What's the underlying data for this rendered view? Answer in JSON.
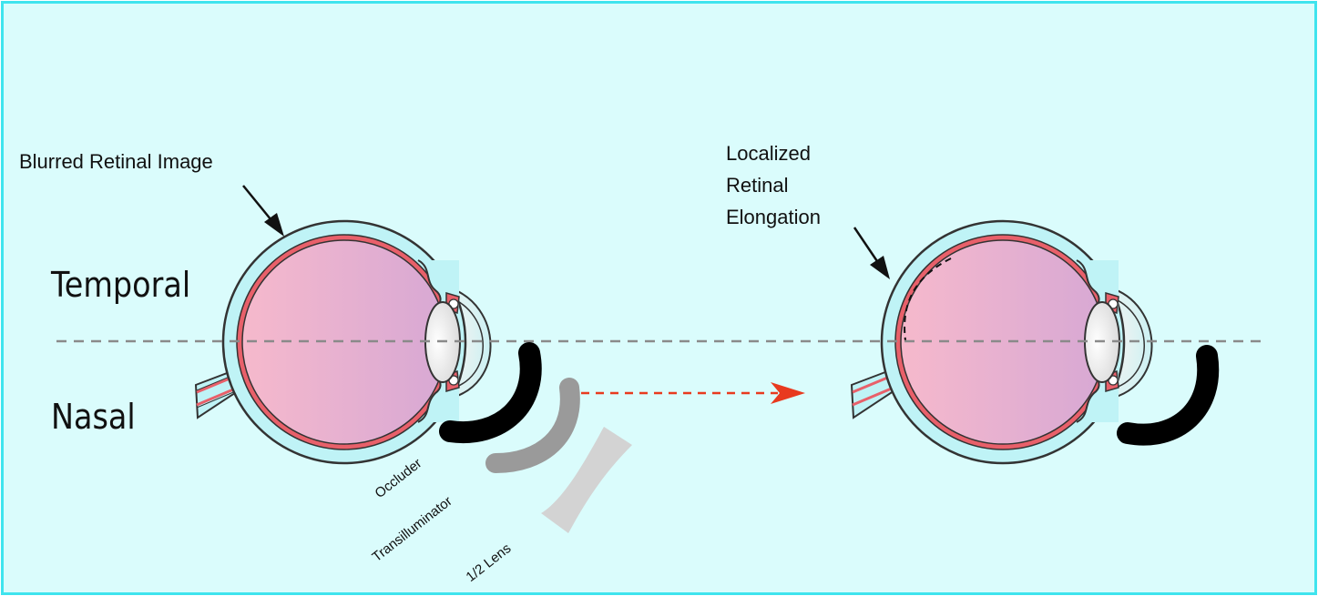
{
  "labels": {
    "blurred": "Blurred Retinal Image",
    "localized_1": "Localized",
    "localized_2": "Retinal",
    "localized_3": "Elongation",
    "temporal": "Temporal",
    "nasal": "Nasal",
    "occluder": "Occluder",
    "transilluminator": "Transilluminator",
    "half_lens": "1/2  Lens"
  },
  "colors": {
    "background": "#dafcfc",
    "border": "#3fe4ee",
    "sclera": "#bff3f6",
    "retina": "#e8606a",
    "vitreous_light": "#f6b9cc",
    "vitreous_dark": "#d9a8d4",
    "occluder": "#000000",
    "transilluminator": "#9a9a9a",
    "lens": "#d3d3d3",
    "arrow": "#e83a1f"
  },
  "icons": [
    "eye-icon",
    "eye-icon",
    "occluder-icon",
    "transilluminator-icon",
    "half-lens-icon",
    "arrow-icon"
  ]
}
